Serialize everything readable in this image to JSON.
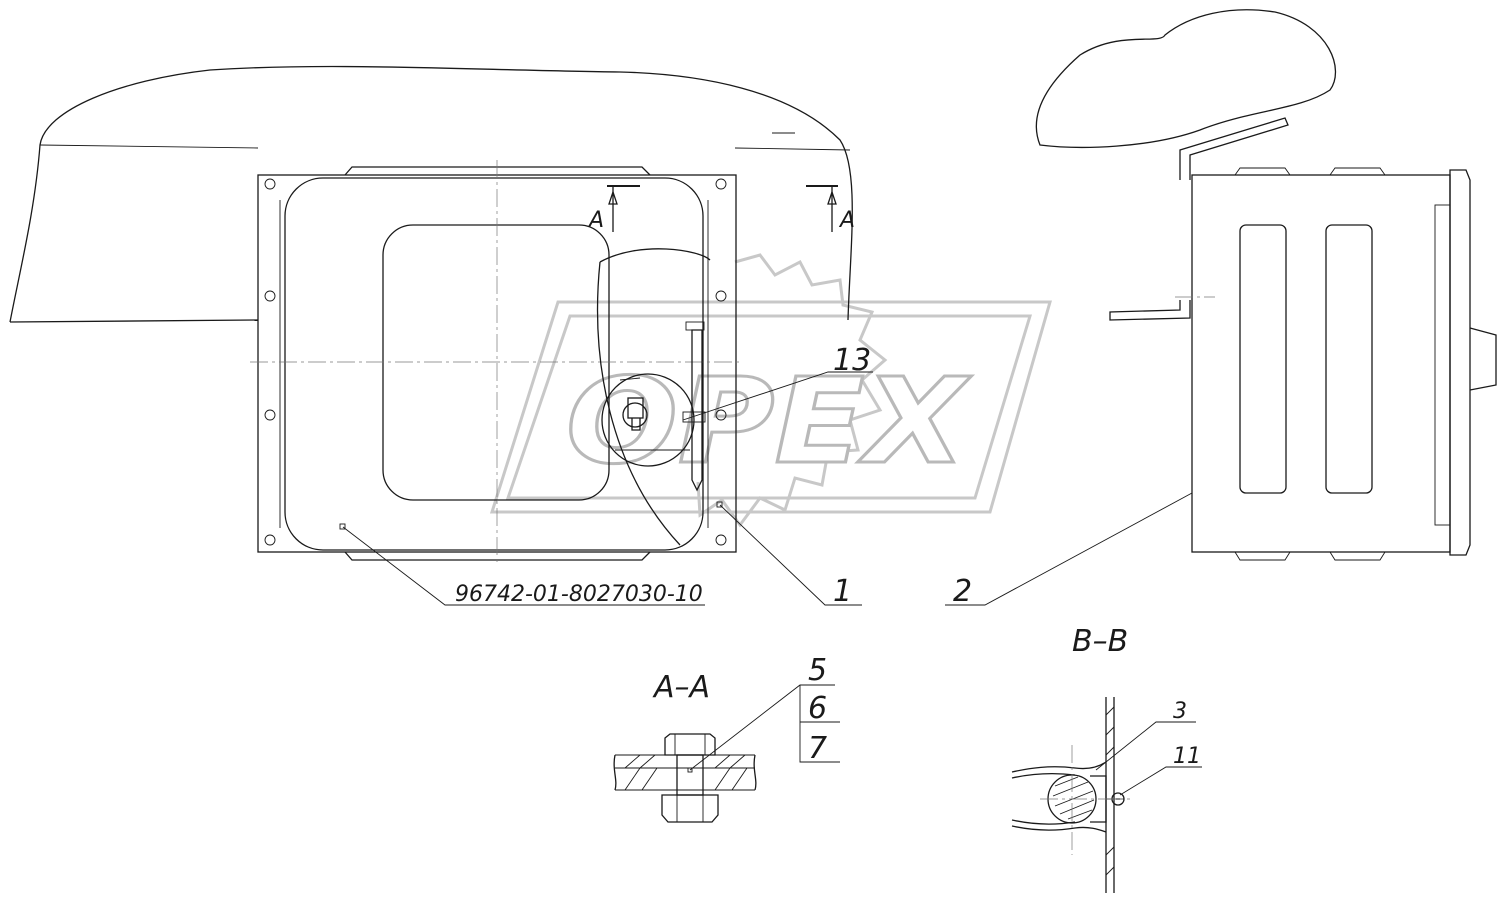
{
  "watermark": {
    "text": "OPEX"
  },
  "labels": {
    "part_number": "96742-01-8027030-10",
    "callout_1": "1",
    "callout_2": "2",
    "callout_13": "13",
    "callout_5": "5",
    "callout_6": "6",
    "callout_7": "7",
    "callout_3": "3",
    "callout_11": "11",
    "section_mark_a": "A",
    "section_aa": "A–A",
    "section_bb": "B–B"
  }
}
